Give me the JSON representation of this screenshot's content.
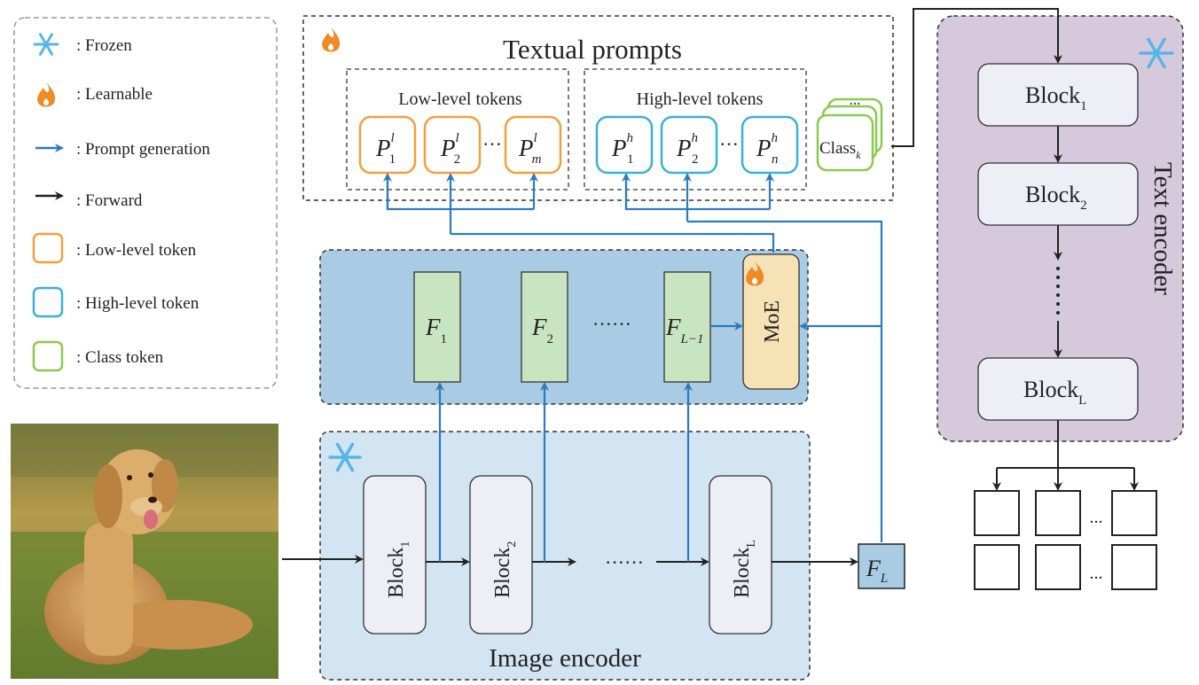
{
  "legend": {
    "items": [
      {
        "icon": "snowflake-icon",
        "label": ": Frozen"
      },
      {
        "icon": "flame-icon",
        "label": ": Learnable"
      },
      {
        "icon": "blue-arrow-icon",
        "label": ": Prompt generation"
      },
      {
        "icon": "black-arrow-icon",
        "label": ": Forward"
      },
      {
        "icon": "orange-box-icon",
        "label": ": Low-level token"
      },
      {
        "icon": "blue-box-icon",
        "label": ": High-level token"
      },
      {
        "icon": "green-box-icon",
        "label": ": Class token"
      }
    ]
  },
  "textual_prompts": {
    "title": "Textual prompts",
    "low_title": "Low-level tokens",
    "high_title": "High-level tokens",
    "low_tokens": [
      {
        "base": "P",
        "sub": "1",
        "sup": "l"
      },
      {
        "base": "P",
        "sub": "2",
        "sup": "l"
      },
      {
        "base": "P",
        "sub": "m",
        "sup": "l"
      }
    ],
    "high_tokens": [
      {
        "base": "P",
        "sub": "1",
        "sup": "h"
      },
      {
        "base": "P",
        "sub": "2",
        "sup": "h"
      },
      {
        "base": "P",
        "sub": "n",
        "sup": "h"
      }
    ],
    "ellipsis": "···",
    "class_label": "Class",
    "class_sub": "k",
    "class_dots": "..."
  },
  "feature_panel": {
    "features": [
      {
        "base": "F",
        "sub": "1"
      },
      {
        "base": "F",
        "sub": "2"
      },
      {
        "base": "F",
        "sub": "L−1"
      }
    ],
    "ellipsis": "······",
    "moe_label": "MoE"
  },
  "image_encoder": {
    "title": "Image encoder",
    "blocks": [
      {
        "base": "Block",
        "sub": "1"
      },
      {
        "base": "Block",
        "sub": "2"
      },
      {
        "base": "Block",
        "sub": "L"
      }
    ],
    "ellipsis": "······",
    "output": {
      "base": "F",
      "sub": "L"
    }
  },
  "text_encoder": {
    "title": "Text encoder",
    "blocks": [
      {
        "base": "Block",
        "sub": "1"
      },
      {
        "base": "Block",
        "sub": "2"
      },
      {
        "base": "Block",
        "sub": "L"
      }
    ],
    "output_dots": "..."
  },
  "colors": {
    "orange": "#f2a03d",
    "cyan": "#3bb0dc",
    "green": "#8dc94f",
    "arrow_blue": "#2a7bbf",
    "panel_blue": "#a9cbe3",
    "light_blue": "#d3e4f3",
    "purple": "#d6c9dc",
    "feature_green": "#c9e4c1",
    "moe_fill": "#f7e2b5"
  }
}
